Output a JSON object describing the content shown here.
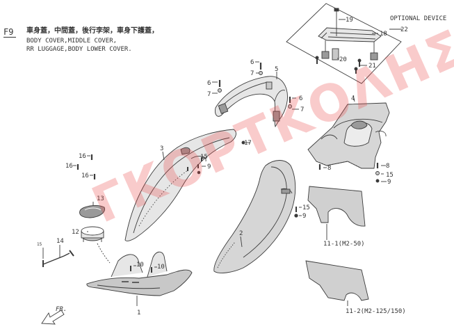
{
  "figure": {
    "code": "F9",
    "title_zh": "車身蓋，中間蓋，後行李架，車身下護蓋，",
    "title_en_line1": "BODY COVER,MIDDLE COVER,",
    "title_en_line2": "RR LUGGAGE,BODY LOWER COVER.",
    "optional_label": "OPTIONAL DEVICE",
    "watermark": "ΓΚΟΡΤΚΟΛΗΣ",
    "direction_label": "FR."
  },
  "callouts": [
    {
      "id": "c1",
      "label": "1"
    },
    {
      "id": "c2",
      "label": "2"
    },
    {
      "id": "c3",
      "label": "3"
    },
    {
      "id": "c4",
      "label": "4"
    },
    {
      "id": "c5",
      "label": "5"
    },
    {
      "id": "c6a",
      "label": "6"
    },
    {
      "id": "c6b",
      "label": "6"
    },
    {
      "id": "c6c",
      "label": "6"
    },
    {
      "id": "c7a",
      "label": "7"
    },
    {
      "id": "c7b",
      "label": "7"
    },
    {
      "id": "c7c",
      "label": "7"
    },
    {
      "id": "c8a",
      "label": "8"
    },
    {
      "id": "c8b",
      "label": "8"
    },
    {
      "id": "c9a",
      "label": "9"
    },
    {
      "id": "c9b",
      "label": "9"
    },
    {
      "id": "c9c",
      "label": "9"
    },
    {
      "id": "c10a",
      "label": "10"
    },
    {
      "id": "c10b",
      "label": "10"
    },
    {
      "id": "c11_1",
      "label": "11-1(M2-50)"
    },
    {
      "id": "c11_2",
      "label": "11-2(M2-125/150)"
    },
    {
      "id": "c12",
      "label": "12"
    },
    {
      "id": "c13",
      "label": "13"
    },
    {
      "id": "c14",
      "label": "14"
    },
    {
      "id": "c15a",
      "label": "15"
    },
    {
      "id": "c15b",
      "label": "15"
    },
    {
      "id": "c15c",
      "label": "15"
    },
    {
      "id": "c15d",
      "label": "15"
    },
    {
      "id": "c16a",
      "label": "16"
    },
    {
      "id": "c16b",
      "label": "16"
    },
    {
      "id": "c16c",
      "label": "16"
    },
    {
      "id": "c17",
      "label": "17"
    },
    {
      "id": "c18",
      "label": "18"
    },
    {
      "id": "c19",
      "label": "19"
    },
    {
      "id": "c20",
      "label": "20"
    },
    {
      "id": "c21",
      "label": "21"
    },
    {
      "id": "c22",
      "label": "22"
    }
  ],
  "colors": {
    "line": "#3a3a3a",
    "fill_dark": "#9a9a9a",
    "fill_mid": "#c8c8c8",
    "fill_light": "#e6e6e6",
    "watermark": "#eb4646"
  }
}
